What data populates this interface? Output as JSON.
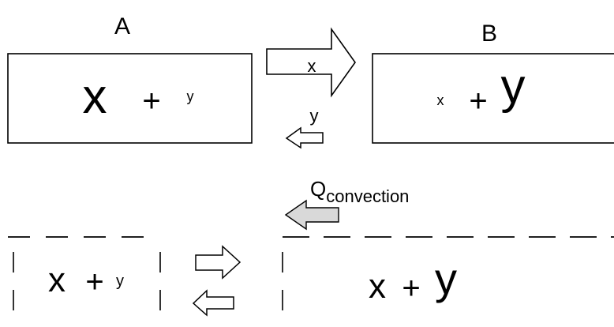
{
  "top": {
    "box_a": {
      "label": "A",
      "x": "x",
      "plus": "+",
      "y": "y"
    },
    "box_b": {
      "label": "B",
      "x": "x",
      "plus": "+",
      "y": "y"
    },
    "arrow_right_label": "x",
    "arrow_left_label": "y"
  },
  "bottom": {
    "convection": {
      "main": "Q",
      "sub": "convection"
    },
    "left_region": {
      "x": "x",
      "plus": "+",
      "y": "y"
    },
    "right_region": {
      "x": "x",
      "plus": "+",
      "y": "y"
    }
  },
  "colors": {
    "stroke": "#000000",
    "background": "#ffffff",
    "convection_arrow_fill": "#d9d9d9"
  }
}
